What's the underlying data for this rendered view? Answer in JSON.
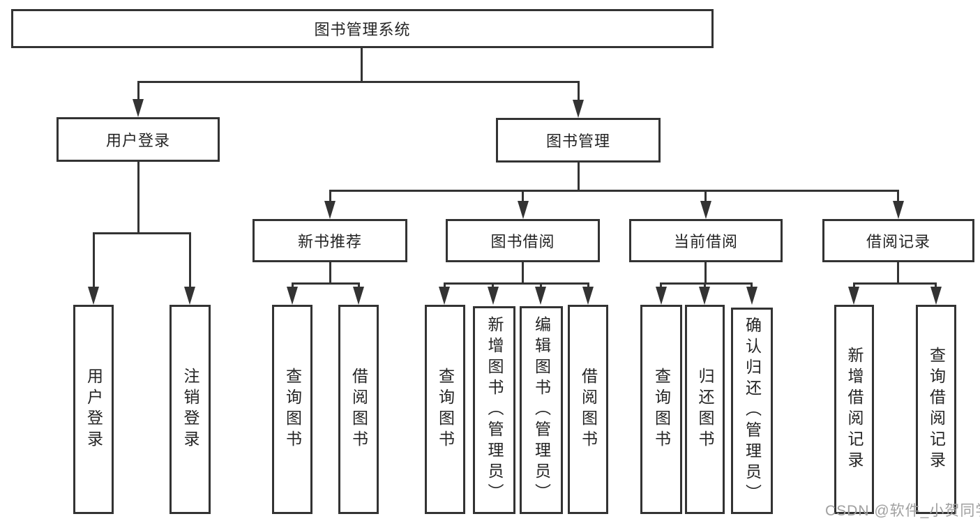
{
  "diagram": {
    "root": {
      "label": "图书管理系统"
    },
    "branches": [
      {
        "label": "用户登录",
        "children": [
          {
            "label": "用户登录"
          },
          {
            "label": "注销登录"
          }
        ]
      },
      {
        "label": "图书管理",
        "children": [
          {
            "label": "新书推荐",
            "children": [
              {
                "label": "查询图书"
              },
              {
                "label": "借阅图书"
              }
            ]
          },
          {
            "label": "图书借阅",
            "children": [
              {
                "label": "查询图书"
              },
              {
                "label": "新增图书（管理员）"
              },
              {
                "label": "编辑图书（管理员）"
              },
              {
                "label": "借阅图书"
              }
            ]
          },
          {
            "label": "当前借阅",
            "children": [
              {
                "label": "查询图书"
              },
              {
                "label": "归还图书"
              },
              {
                "label": "确认归还（管理员）"
              }
            ]
          },
          {
            "label": "借阅记录",
            "children": [
              {
                "label": "新增借阅记录"
              },
              {
                "label": "查询借阅记录"
              }
            ]
          }
        ]
      }
    ]
  },
  "watermark": {
    "text": "CSDN @软件_小贺同学"
  },
  "colors": {
    "line": "#333333",
    "box_border": "#333333",
    "text": "#242424",
    "background": "#ffffff",
    "watermark": "#a0a0a0"
  }
}
